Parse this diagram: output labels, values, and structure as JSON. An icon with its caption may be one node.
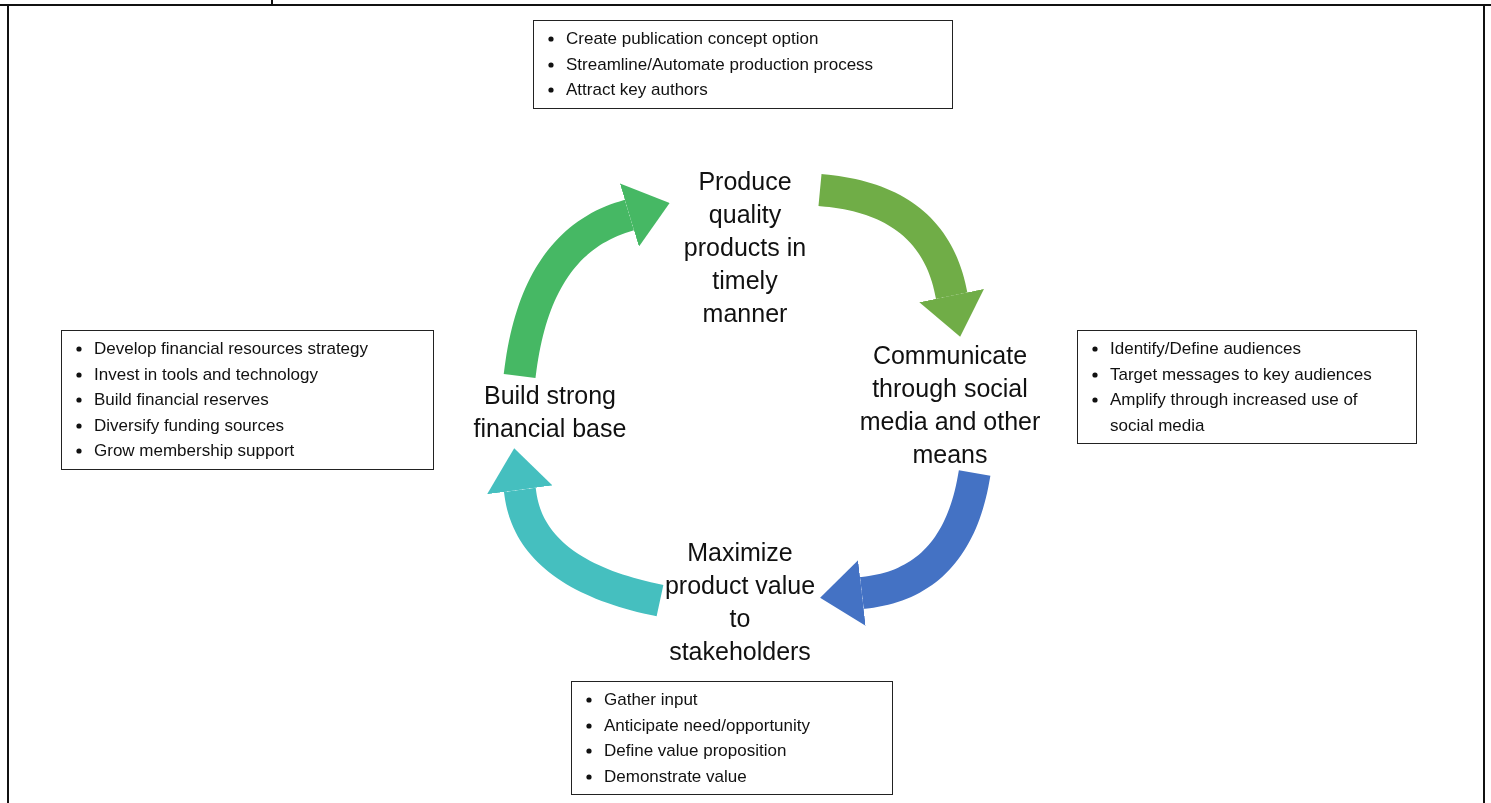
{
  "diagram": {
    "nodes": [
      {
        "text": [
          "Create publication concept option",
          "Streamline/Automate production process",
          "Attract key authors"
        ]
      },
      {
        "text": [
          "Produce quality products in timely manner"
        ]
      },
      {
        "text": [
          "Develop financial resources strategy",
          "Invest in tools and technology",
          "Build financial reserves",
          "Diversify funding sources",
          "Grow membership support"
        ]
      },
      {
        "text": [
          "Build strong financial base"
        ]
      },
      {
        "text": [
          "Communicate through social media and other means"
        ]
      },
      {
        "text": [
          "Identify/Define audiences",
          "Target messages to key audiences",
          "Amplify through increased use of social media"
        ]
      },
      {
        "text": [
          "Maximize product value to stakeholders"
        ]
      },
      {
        "text": [
          "Gather input",
          "Anticipate need/opportunity",
          "Define value proposition",
          "Demonstrate value"
        ]
      }
    ],
    "edges": [
      {
        "from": 1,
        "to": 4,
        "arrow": "to",
        "color": "#70ad47"
      },
      {
        "from": 4,
        "to": 6,
        "arrow": "to",
        "color": "#4472c4"
      },
      {
        "from": 6,
        "to": 3,
        "arrow": "to",
        "color": "#45bfbf"
      },
      {
        "from": 3,
        "to": 1,
        "arrow": "to",
        "color": "#46b864"
      }
    ]
  }
}
